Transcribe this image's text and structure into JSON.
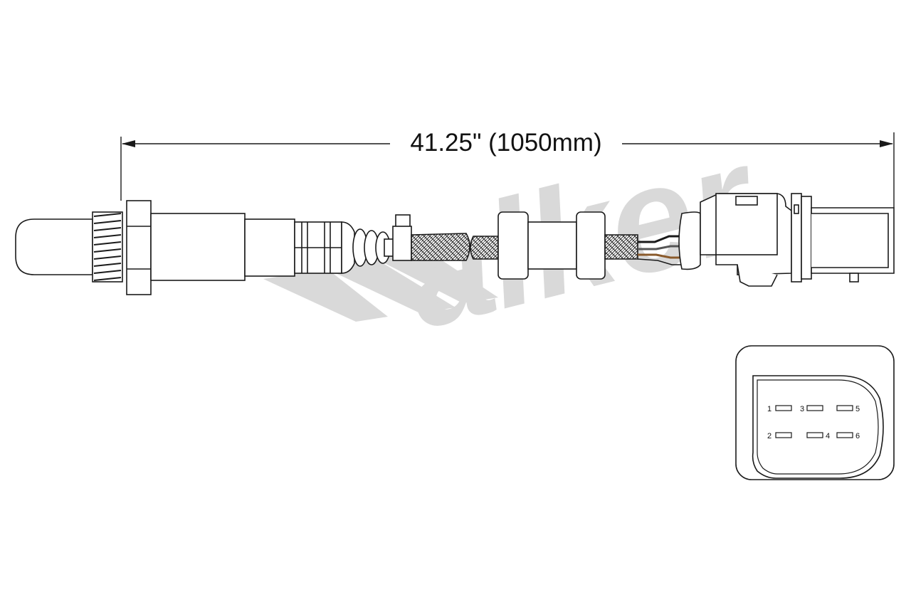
{
  "dimension": {
    "label": "41.25\" (1050mm)"
  },
  "brand": {
    "watermark": "Walker",
    "watermark_color": "#d9d9d9"
  },
  "connector_face": {
    "pins": [
      {
        "number": "1"
      },
      {
        "number": "3"
      },
      {
        "number": "5"
      },
      {
        "number": "2"
      },
      {
        "number": "4"
      },
      {
        "number": "6"
      }
    ]
  },
  "colors": {
    "line": "#1a1a1a",
    "fill": "#ffffff",
    "wire_dark": "#555555",
    "wire_brown": "#8a5a2b"
  }
}
